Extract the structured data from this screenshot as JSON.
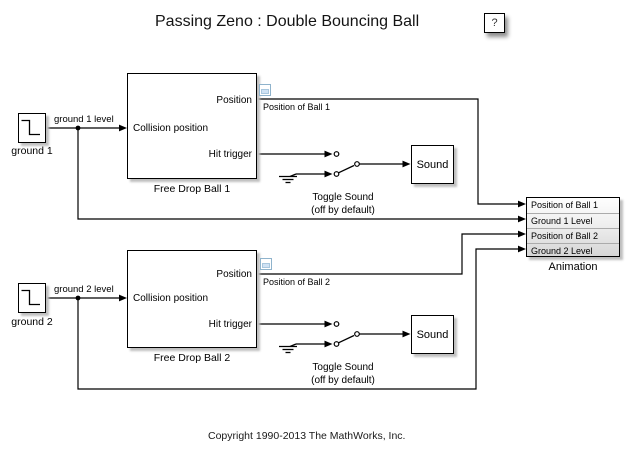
{
  "title": "Passing Zeno : Double Bouncing Ball",
  "help": {
    "label": "?"
  },
  "footer": {
    "copyright": "Copyright 1990-2013 The MathWorks, Inc."
  },
  "ball1": {
    "source": {
      "name": "ground 1",
      "signal": "ground 1 level"
    },
    "subsystem": {
      "name": "Free Drop Ball 1",
      "in1": "Collision position",
      "out1": "Position",
      "out2": "Hit trigger"
    },
    "signal_tag": "Position of Ball 1",
    "switch": {
      "line1": "Toggle Sound",
      "line2": "(off by default)"
    },
    "sound": {
      "name": "Sound"
    }
  },
  "ball2": {
    "source": {
      "name": "ground 2",
      "signal": "ground 2 level"
    },
    "subsystem": {
      "name": "Free Drop Ball 2",
      "in1": "Collision position",
      "out1": "Position",
      "out2": "Hit trigger"
    },
    "signal_tag": "Position of Ball 2",
    "switch": {
      "line1": "Toggle Sound",
      "line2": "(off by default)"
    },
    "sound": {
      "name": "Sound"
    }
  },
  "animation": {
    "name": "Animation",
    "port1": "Position of Ball 1",
    "port2": "Ground 1 Level",
    "port3": "Position of Ball 2",
    "port4": "Ground 2 Level"
  },
  "colors": {
    "wire": "#000000",
    "block_shadow": "#bfbfbf",
    "viewer_badge_border": "#8fb3cc",
    "viewer_badge_fill": "#cfe2f4"
  }
}
